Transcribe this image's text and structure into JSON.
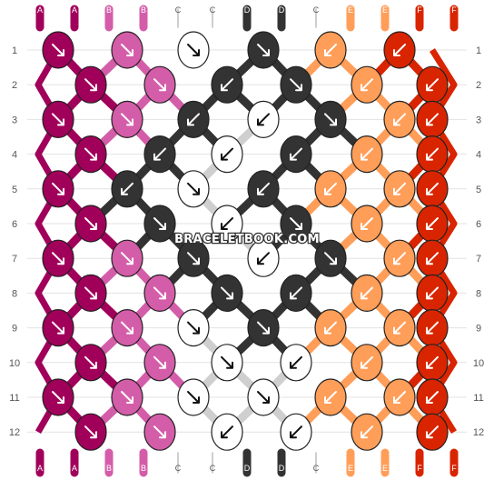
{
  "watermark": "BRACELETBOOK.COM",
  "colors": {
    "A": "#a1005a",
    "B": "#d45da9",
    "C": "#ffffff",
    "D": "#333333",
    "E": "#ff9e59",
    "F": "#d92400"
  },
  "top_labels": [
    "A",
    "A",
    "B",
    "B",
    "C",
    "C",
    "D",
    "D",
    "C",
    "E",
    "E",
    "F",
    "F"
  ],
  "bottom_labels": [
    "A",
    "A",
    "B",
    "B",
    "C",
    "C",
    "D",
    "D",
    "C",
    "E",
    "E",
    "F",
    "F"
  ],
  "row_labels": [
    "1",
    "2",
    "3",
    "4",
    "5",
    "6",
    "7",
    "8",
    "9",
    "10",
    "11",
    "12"
  ],
  "knots": [
    [
      {
        "c": "A",
        "a": "r"
      },
      {
        "c": "B",
        "a": "r"
      },
      {
        "c": "C",
        "a": "r"
      },
      {
        "c": "D",
        "a": "r"
      },
      {
        "c": "E",
        "a": "l"
      },
      {
        "c": "F",
        "a": "l"
      }
    ],
    [
      {
        "c": "A",
        "a": "r"
      },
      {
        "c": "B",
        "a": "r"
      },
      {
        "c": "D",
        "a": "l"
      },
      {
        "c": "D",
        "a": "r"
      },
      {
        "c": "E",
        "a": "l"
      },
      {
        "c": "F",
        "a": "l"
      }
    ],
    [
      {
        "c": "A",
        "a": "r"
      },
      {
        "c": "B",
        "a": "r"
      },
      {
        "c": "D",
        "a": "l"
      },
      {
        "c": "C",
        "a": "l"
      },
      {
        "c": "D",
        "a": "r"
      },
      {
        "c": "E",
        "a": "l"
      },
      {
        "c": "F",
        "a": "l"
      }
    ],
    [
      {
        "c": "A",
        "a": "r"
      },
      {
        "c": "D",
        "a": "l"
      },
      {
        "c": "C",
        "a": "l"
      },
      {
        "c": "D",
        "a": "l"
      },
      {
        "c": "E",
        "a": "l"
      },
      {
        "c": "F",
        "a": "l"
      }
    ],
    [
      {
        "c": "A",
        "a": "r"
      },
      {
        "c": "D",
        "a": "l"
      },
      {
        "c": "C",
        "a": "r"
      },
      {
        "c": "D",
        "a": "l"
      },
      {
        "c": "E",
        "a": "l"
      },
      {
        "c": "E",
        "a": "l"
      },
      {
        "c": "F",
        "a": "l"
      }
    ],
    [
      {
        "c": "A",
        "a": "r"
      },
      {
        "c": "D",
        "a": "r"
      },
      {
        "c": "C",
        "a": "l"
      },
      {
        "c": "D",
        "a": "r"
      },
      {
        "c": "E",
        "a": "l"
      },
      {
        "c": "F",
        "a": "l"
      }
    ],
    [
      {
        "c": "A",
        "a": "r"
      },
      {
        "c": "B",
        "a": "r"
      },
      {
        "c": "D",
        "a": "r"
      },
      {
        "c": "C",
        "a": "l"
      },
      {
        "c": "D",
        "a": "r"
      },
      {
        "c": "E",
        "a": "l"
      },
      {
        "c": "F",
        "a": "l"
      }
    ],
    [
      {
        "c": "A",
        "a": "r"
      },
      {
        "c": "B",
        "a": "r"
      },
      {
        "c": "D",
        "a": "r"
      },
      {
        "c": "D",
        "a": "l"
      },
      {
        "c": "E",
        "a": "l"
      },
      {
        "c": "F",
        "a": "l"
      }
    ],
    [
      {
        "c": "A",
        "a": "r"
      },
      {
        "c": "B",
        "a": "r"
      },
      {
        "c": "C",
        "a": "r"
      },
      {
        "c": "D",
        "a": "r"
      },
      {
        "c": "E",
        "a": "l"
      },
      {
        "c": "E",
        "a": "l"
      },
      {
        "c": "F",
        "a": "l"
      }
    ],
    [
      {
        "c": "A",
        "a": "r"
      },
      {
        "c": "B",
        "a": "r"
      },
      {
        "c": "C",
        "a": "r"
      },
      {
        "c": "C",
        "a": "l"
      },
      {
        "c": "E",
        "a": "l"
      },
      {
        "c": "F",
        "a": "l"
      }
    ],
    [
      {
        "c": "A",
        "a": "r"
      },
      {
        "c": "B",
        "a": "r"
      },
      {
        "c": "C",
        "a": "r"
      },
      {
        "c": "C",
        "a": "r"
      },
      {
        "c": "E",
        "a": "l"
      },
      {
        "c": "E",
        "a": "l"
      },
      {
        "c": "F",
        "a": "l"
      }
    ],
    [
      {
        "c": "A",
        "a": "r"
      },
      {
        "c": "B",
        "a": "r"
      },
      {
        "c": "C",
        "a": "l"
      },
      {
        "c": "C",
        "a": "l"
      },
      {
        "c": "E",
        "a": "l"
      },
      {
        "c": "F",
        "a": "l"
      }
    ]
  ]
}
